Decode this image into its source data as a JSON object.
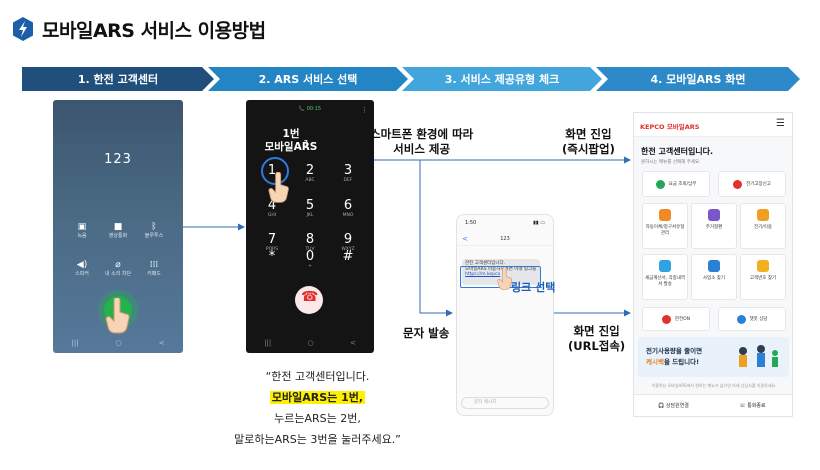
{
  "title": {
    "text": "모바일ARS 서비스 이용방법",
    "icon": "lightning-icon"
  },
  "steps": [
    {
      "label": "1. 한전 고객센터",
      "color": "#1f4f7a"
    },
    {
      "label": "2. ARS 서비스 선택",
      "color": "#2385c4"
    },
    {
      "label": "3. 서비스 제공유형 체크",
      "color": "#42a6dc"
    },
    {
      "label": "4. 모바일ARS 화면",
      "color": "#2d89c8"
    }
  ],
  "phone1": {
    "number": "123",
    "buttons": [
      "녹음",
      "영상통화",
      "블루투스",
      "스피커",
      "내 소리 차단",
      "키패드"
    ]
  },
  "phone2": {
    "overlay_line1": "1번",
    "overlay_line2": "모바일ARS",
    "keys": [
      {
        "d": "1",
        "s": ""
      },
      {
        "d": "2",
        "s": "ABC"
      },
      {
        "d": "3",
        "s": "DEF"
      },
      {
        "d": "4",
        "s": "GHI"
      },
      {
        "d": "5",
        "s": "JKL"
      },
      {
        "d": "6",
        "s": "MNO"
      },
      {
        "d": "7",
        "s": "PQRS"
      },
      {
        "d": "8",
        "s": "TUV"
      },
      {
        "d": "9",
        "s": "WXYZ"
      },
      {
        "d": "*",
        "s": ""
      },
      {
        "d": "0",
        "s": "+"
      },
      {
        "d": "#",
        "s": ""
      }
    ]
  },
  "labels": {
    "smartphone_line1": "스마트폰 환경에 따라",
    "smartphone_line2": "서비스 제공",
    "screen_entry_popup_line1": "화면 진입",
    "screen_entry_popup_line2": "(즉시팝업)",
    "sms": "문자 발송",
    "screen_entry_url_line1": "화면 진입",
    "screen_entry_url_line2": "(URL접속)",
    "link_select": "링크 선택"
  },
  "phone3": {
    "time": "1:50",
    "contact": "123",
    "message_line1": "한전 고객센터입니다.",
    "message_line2": "모바일ARS 이용하시려면 아래 링크를",
    "message_link": "https://m.kepco",
    "input_placeholder": "문자 메시지"
  },
  "phone4": {
    "logo": "모바일ARS",
    "title": "한전 고객센터입니다.",
    "subtitle": "원하시는 메뉴를 선택해 주세요.",
    "menu": [
      {
        "label": "요금 조회/납부",
        "color": "#25a856"
      },
      {
        "label": "전기고장신고",
        "color": "#e2322b"
      },
      {
        "label": "자동이체/청구서유형 관리",
        "color": "#f08a24"
      },
      {
        "label": "주거형편",
        "color": "#7a57c7"
      },
      {
        "label": "전기/이용",
        "color": "#f0a020"
      },
      {
        "label": "세금계산서, 각종내역서 발송",
        "color": "#2fa3e0"
      },
      {
        "label": "사업소 찾기",
        "color": "#2c7fd6"
      },
      {
        "label": "고객번호 찾기",
        "color": "#f0b020"
      },
      {
        "label": "한전ON",
        "color": "#e2322b"
      },
      {
        "label": "챗봇 상담",
        "color": "#2c7fd6"
      }
    ],
    "banner_line1": "전기사용량을 줄이면",
    "banner_highlight": "캐시백",
    "banner_rest": "을 드립니다!",
    "fineprint": "이용하신 모바일ARS에서 원하는 메뉴가 없으면 아래 상담사를 이용하세요.",
    "bottom_left": "상담원연결",
    "bottom_right": "통화종료"
  },
  "quote": {
    "line1": "“한전 고객센터입니다.",
    "line2": "모바일ARS는 1번,",
    "line3": "누르는ARS는 2번,",
    "line4": "말로하는ARS는 3번을 눌러주세요.”"
  },
  "colors": {
    "arrow": "#2f6db5",
    "highlight": "#fff000",
    "link_blue": "#1f5fb8"
  }
}
